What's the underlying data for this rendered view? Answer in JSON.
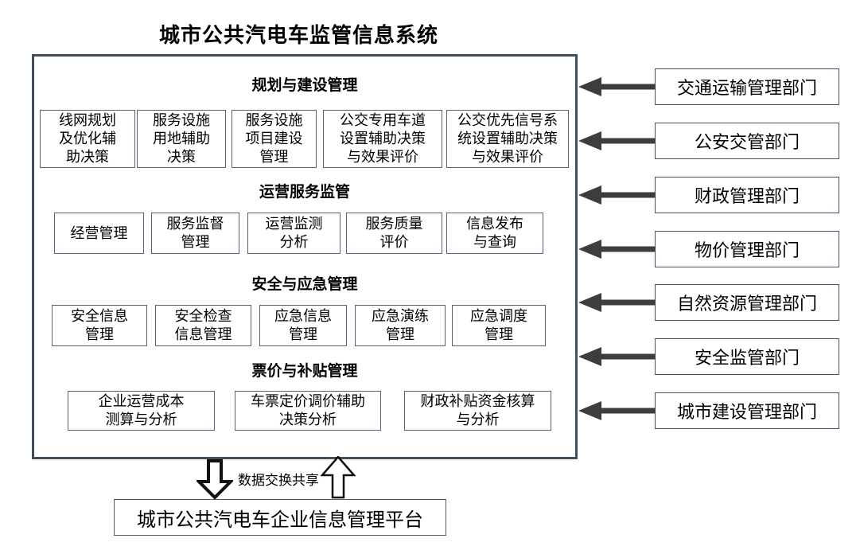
{
  "title": "城市公共汽电车监管信息系统",
  "system": {
    "sections": [
      {
        "header": "规划与建设管理",
        "modules": [
          "线网规划\n及优化辅\n助决策",
          "服务设施\n用地辅助\n决策",
          "服务设施\n项目建设\n管理",
          "公交专用车道\n设置辅助决策\n与效果评价",
          "公交优先信号系\n统设置辅助决策\n与效果评价"
        ]
      },
      {
        "header": "运营服务监管",
        "modules": [
          "经营管理",
          "服务监督\n管理",
          "运营监测\n分析",
          "服务质量\n评价",
          "信息发布\n与查询"
        ]
      },
      {
        "header": "安全与应急管理",
        "modules": [
          "安全信息\n管理",
          "安全检查\n信息管理",
          "应急信息\n管理",
          "应急演练\n管理",
          "应急调度\n管理"
        ]
      },
      {
        "header": "票价与补贴管理",
        "modules": [
          "企业运营成本\n测算与分析",
          "车票定价调价辅助\n决策分析",
          "财政补贴资金核算\n与分析"
        ]
      }
    ]
  },
  "departments": [
    "交通运输管理部门",
    "公安交管部门",
    "财政管理部门",
    "物价管理部门",
    "自然资源管理部门",
    "安全监管部门",
    "城市建设管理部门"
  ],
  "data_exchange_label": "数据交换共享",
  "platform_label": "城市公共汽电车企业信息管理平台",
  "colors": {
    "main_border": "#414E5E",
    "module_border": "#54637A",
    "department_border": "#44546A",
    "platform_border": "#595959",
    "department_arrow": "#3D3D3D",
    "exchange_arrow_outline": "#111111",
    "text": "#000000",
    "background": "#FFFFFF"
  }
}
